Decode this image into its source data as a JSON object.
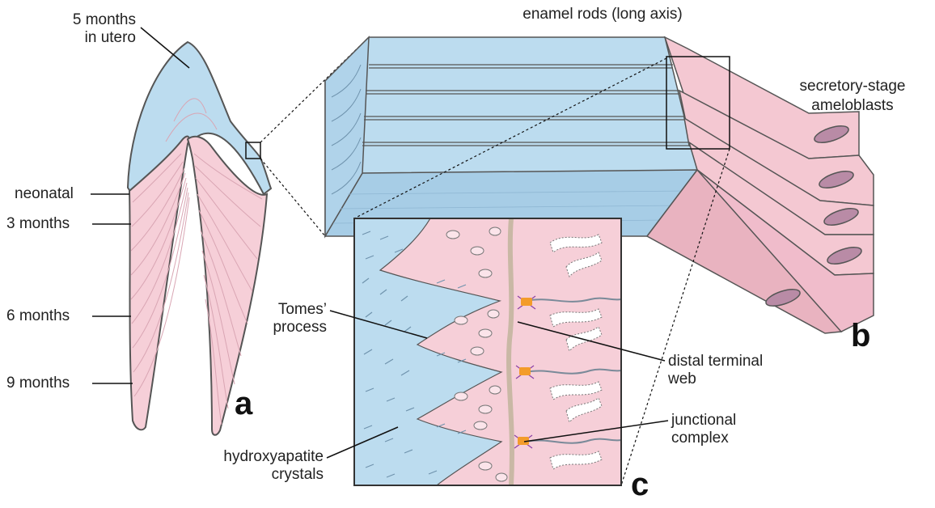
{
  "labels": {
    "top_title": "enamel rods (long axis)",
    "utero_1": "5 months",
    "utero_2": "in utero",
    "neonatal": "neonatal",
    "m3": "3 months",
    "m6": "6 months",
    "m9": "9 months",
    "ameloblasts_1": "secretory-stage",
    "ameloblasts_2": "ameloblasts",
    "tomes_1": "Tomes’",
    "tomes_2": "process",
    "distal_1": "distal terminal",
    "distal_2": "web",
    "junctional_1": "junctional",
    "junctional_2": "complex",
    "hydroxy_1": "hydroxyapatite",
    "hydroxy_2": "crystals"
  },
  "panels": {
    "a": "a",
    "b": "b",
    "c": "c"
  },
  "colors": {
    "enamel": "#bcdcef",
    "enamel_dark": "#a7cde6",
    "dentin": "#f6cfd8",
    "ameloblast": "#f4c8d2",
    "ameloblast_dark": "#e9b3c0",
    "nucleus": "#b98ba6",
    "junction": "#f39c2a",
    "filament": "#8b3fa6",
    "outline": "#555555"
  }
}
